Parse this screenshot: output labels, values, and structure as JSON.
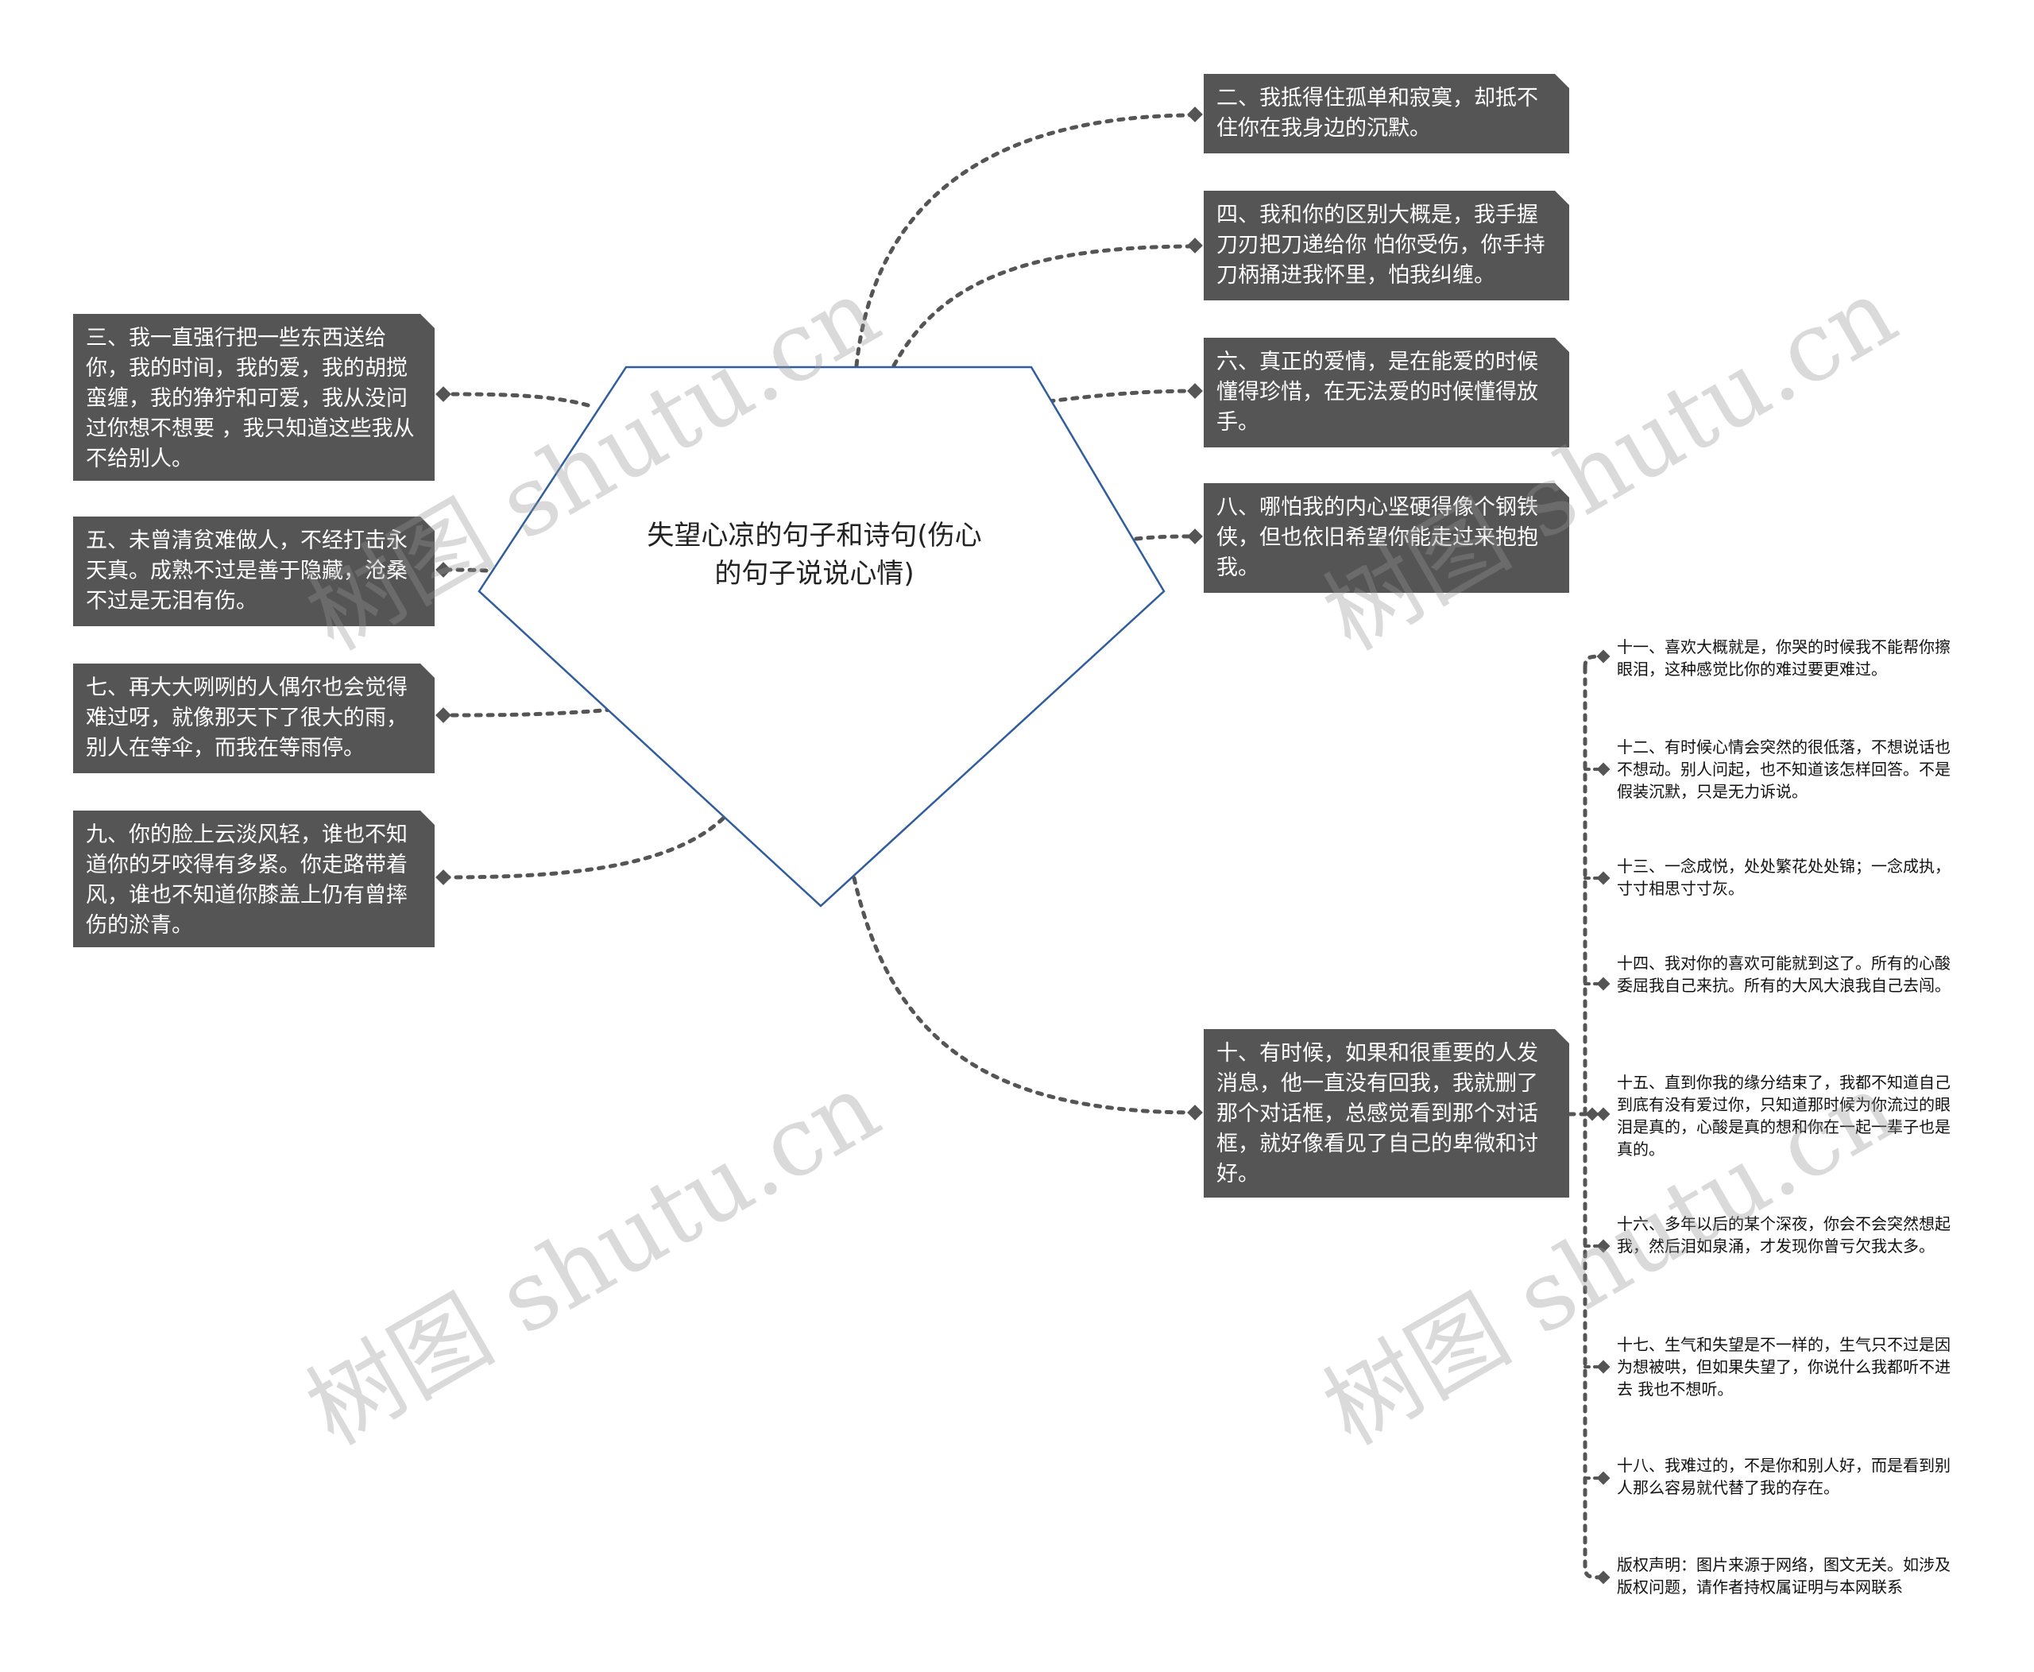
{
  "root": {
    "title": "失望心凉的句子和诗句(伤心的句子说说心情)"
  },
  "nodes": {
    "n2": "二、我抵得住孤单和寂寞，却抵不住你在我身边的沉默。",
    "n3": "三、我一直强行把一些东西送给你，我的时间，我的爱，我的胡搅蛮缠，我的狰狞和可爱，我从没问过你想不想要 ，我只知道这些我从不给别人。",
    "n4": "四、我和你的区别大概是，我手握刀刃把刀递给你 怕你受伤，你手持刀柄捅进我怀里，怕我纠缠。",
    "n5": "五、未曾清贫难做人，不经打击永天真。成熟不过是善于隐藏，沧桑不过是无泪有伤。",
    "n6": "六、真正的爱情，是在能爱的时候懂得珍惜，在无法爱的时候懂得放手。",
    "n7": "七、再大大咧咧的人偶尔也会觉得难过呀，就像那天下了很大的雨，别人在等伞，而我在等雨停。",
    "n8": "八、哪怕我的内心坚硬得像个钢铁侠，但也依旧希望你能走过来抱抱我。",
    "n9": "九、你的脸上云淡风轻，谁也不知道你的牙咬得有多紧。你走路带着风，谁也不知道你膝盖上仍有曾摔伤的淤青。",
    "n10": "十、有时候，如果和很重要的人发消息，他一直没有回我，我就删了那个对话框，总感觉看到那个对话框，就好像看见了自己的卑微和讨好。"
  },
  "leaves": {
    "l11": "十一、喜欢大概就是，你哭的时候我不能帮你擦眼泪，这种感觉比你的难过要更难过。",
    "l12": "十二、有时候心情会突然的很低落，不想说话也不想动。别人问起，也不知道该怎样回答。不是假装沉默，只是无力诉说。",
    "l13": "十三、一念成悦，处处繁花处处锦；一念成执，寸寸相思寸寸灰。",
    "l14": "十四、我对你的喜欢可能就到这了。所有的心酸委屈我自己来抗。所有的大风大浪我自己去闯。",
    "l15": "十五、直到你我的缘分结束了，我都不知道自己到底有没有爱过你，只知道那时候为你流过的眼泪是真的，心酸是真的想和你在一起一辈子也是真的。",
    "l16": "十六、多年以后的某个深夜，你会不会突然想起我，然后泪如泉涌，才发现你曾亏欠我太多。",
    "l17": "十七、生气和失望是不一样的，生气只不过是因为想被哄，但如果失望了，你说什么我都听不进去 我也不想听。",
    "l18": "十八、我难过的，不是你和别人好，而是看到别人那么容易就代替了我的存在。",
    "copyright": "版权声明：图片来源于网络，图文无关。如涉及版权问题，请作者持权属证明与本网联系"
  },
  "watermarks": [
    "树图 shutu.cn",
    "树图 shutu.cn",
    "树图 shutu.cn",
    "树图 shutu.cn"
  ],
  "colors": {
    "node_bg": "#555555",
    "node_text": "#ffffff",
    "root_outline": "#2f5d9e",
    "connector": "#555555"
  }
}
